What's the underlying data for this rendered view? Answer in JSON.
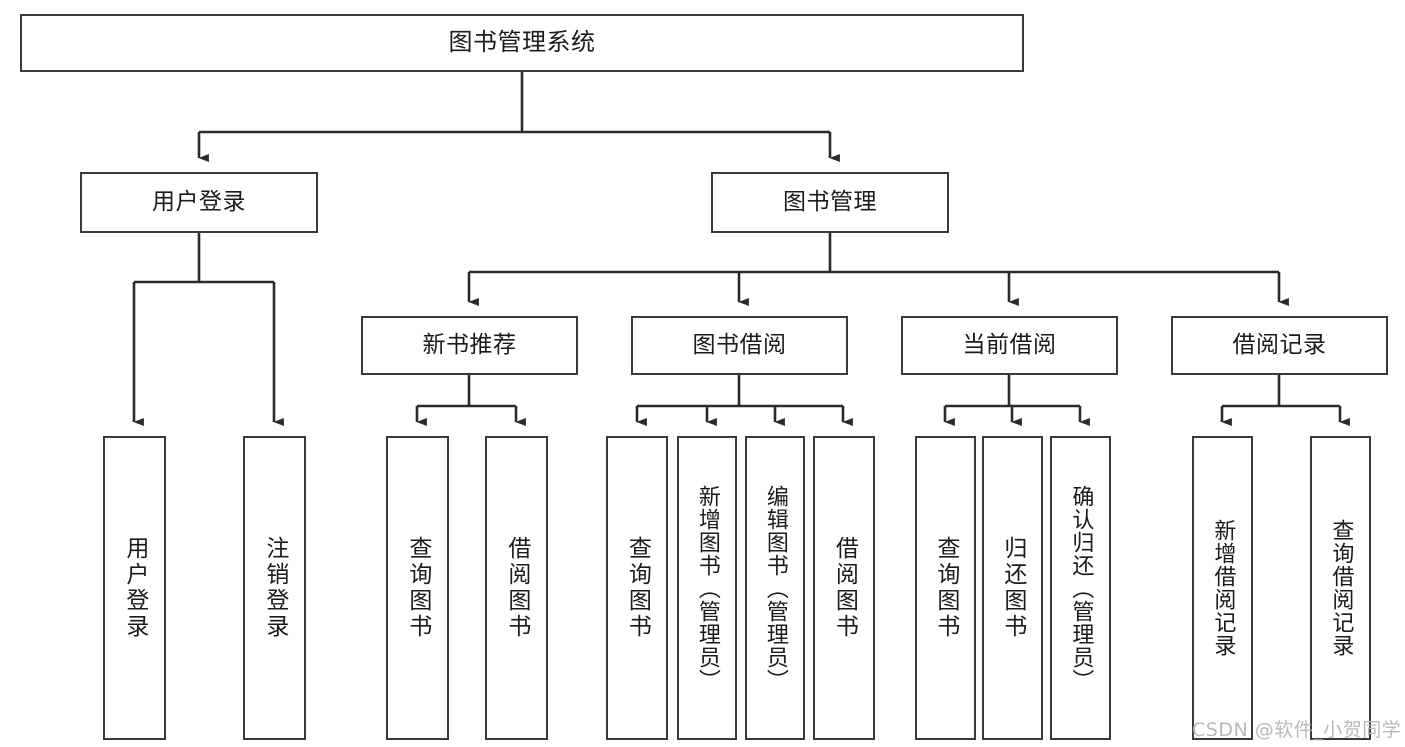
{
  "diagram": {
    "type": "tree",
    "title": "图书管理系统",
    "orientation": "top-down",
    "colors": {
      "node_border": "#3a3a3a",
      "node_fill": "#ffffff",
      "edge": "#2b2b2b",
      "text": "#1b1b1b",
      "watermark": "#b9b9b9",
      "canvas": "#ffffff"
    },
    "nodes": {
      "root": {
        "label": "图书管理系统"
      },
      "level2": [
        {
          "label": "用户登录"
        },
        {
          "label": "图书管理"
        }
      ],
      "level3": [
        {
          "label": "新书推荐"
        },
        {
          "label": "图书借阅"
        },
        {
          "label": "当前借阅"
        },
        {
          "label": "借阅记录"
        }
      ],
      "leaves": {
        "user_login": [
          {
            "label": "用户登录"
          },
          {
            "label": "注销登录"
          }
        ],
        "new_book_recommend": [
          {
            "label": "查询图书"
          },
          {
            "label": "借阅图书"
          }
        ],
        "book_borrow": [
          {
            "label": "查询图书"
          },
          {
            "label": "新增图书（管理员）"
          },
          {
            "label": "编辑图书（管理员）"
          },
          {
            "label": "借阅图书"
          }
        ],
        "current_borrow": [
          {
            "label": "查询图书"
          },
          {
            "label": "归还图书"
          },
          {
            "label": "确认归还（管理员）"
          }
        ],
        "borrow_record": [
          {
            "label": "新增借阅记录"
          },
          {
            "label": "查询借阅记录"
          }
        ]
      }
    },
    "watermark": {
      "text": "CSDN @软件_小贺同学"
    }
  }
}
